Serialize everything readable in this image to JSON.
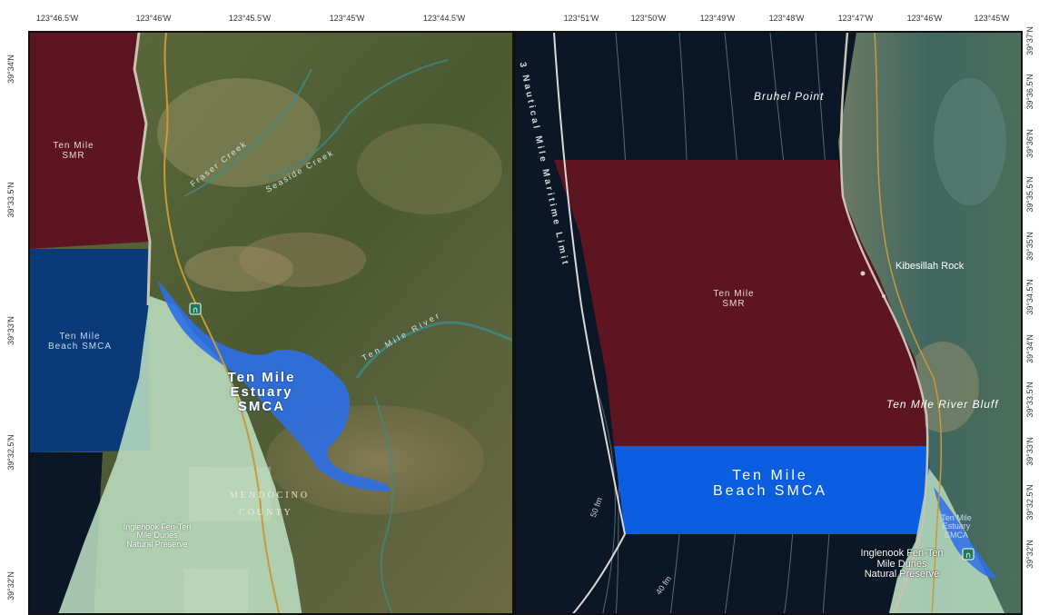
{
  "left_map": {
    "top_ticks": [
      "123°46.5'W",
      "123°46'W",
      "123°45.5'W",
      "123°45'W",
      "123°44.5'W"
    ],
    "side_ticks": [
      "39°34'N",
      "39°33.5'N",
      "39°33'N",
      "39°32.5'N",
      "39°32'N"
    ],
    "zones": {
      "smr": "Ten Mile\nSMR",
      "beach_smca": "Ten Mile\nBeach SMCA",
      "estuary_smca": "Ten Mile\nEstuary\nSMCA",
      "preserve": "Inglenook Fen-Ten\nMile Dunes\nNatural Preserve"
    },
    "features": {
      "fraser_creek": "Fraser Creek",
      "seaside_creek": "Seaside Creek",
      "river": "Ten Mile River",
      "county": "MENDOCINO\nCOUNTY"
    }
  },
  "right_map": {
    "top_ticks": [
      "123°51'W",
      "123°50'W",
      "123°49'W",
      "123°48'W",
      "123°47'W",
      "123°46'W",
      "123°45'W"
    ],
    "side_ticks": [
      "39°37'N",
      "39°36.5'N",
      "39°36'N",
      "39°35.5'N",
      "39°35'N",
      "39°34.5'N",
      "39°34'N",
      "39°33.5'N",
      "39°33'N",
      "39°32.5'N",
      "39°32'N"
    ],
    "zones": {
      "smr": "Ten Mile\nSMR",
      "beach_smca": "Ten Mile\nBeach SMCA",
      "estuary_smca": "Ten Mile\nEstuary\nSMCA",
      "preserve": "Inglenook Fen-Ten\nMile Dunes\nNatural Preserve"
    },
    "features": {
      "bruhel_point": "Bruhel Point",
      "kibesillah_rock": "Kibesillah Rock",
      "river_bluff": "Ten Mile River Bluff",
      "maritime_limit": "3 Nautical Mile Maritime Limit",
      "depth_50": "50 fm",
      "depth_40": "40 fm"
    }
  },
  "colors": {
    "smr": "#5c1521",
    "smca": "#0a3a78",
    "estuary": "#2e6fe8",
    "beach_smca_right": "#0b5ee0",
    "ocean": "#0b1626",
    "preserve": "#bfe3c6"
  }
}
